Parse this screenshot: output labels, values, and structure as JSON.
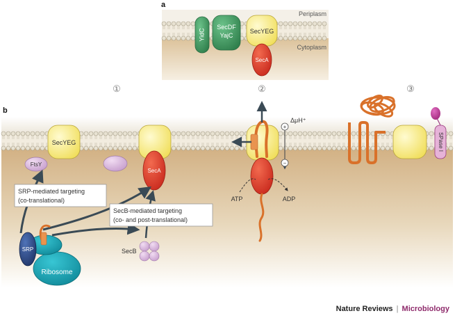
{
  "panels": {
    "a": "a",
    "b": "b"
  },
  "panel_a": {
    "periplasm": "Periplasm",
    "cytoplasm": "Cytoplasm",
    "yidc": "YidC",
    "secdf_line1": "SecDF",
    "secdf_line2": "YajC",
    "secyeg": "SecYEG",
    "seca": "SecA"
  },
  "steps": {
    "one": "①",
    "two": "②",
    "three": "③"
  },
  "panel_b": {
    "secyeg": "SecYEG",
    "ftsy": "FtsY",
    "seca": "SecA",
    "srp": "SRP",
    "ribosome": "Ribosome",
    "secb": "SecB",
    "srp_box_line1": "SRP-mediated targeting",
    "srp_box_line2": "(co-translational)",
    "secb_box_line1": "SecB-mediated targeting",
    "secb_box_line2": "(co- and post-translational)",
    "delta_mu": "ΔμH⁺",
    "plus": "+",
    "minus": "−",
    "atp": "ATP",
    "adp": "ADP",
    "spase": "SPase I"
  },
  "footer": {
    "brand": "Nature Reviews",
    "sep": "|",
    "journal": "Microbiology"
  },
  "colors": {
    "membrane_head": "#d9d2bd",
    "cytoplasm": "#d7bb8e",
    "periplasm": "#f3efe6",
    "secyeg": "#f6e97a",
    "seca": "#d93a2b",
    "green": "#3f9a5f",
    "purple": "#d9b9dc",
    "srp": "#2d4a86",
    "ribosome": "#1aa4b4",
    "peptide": "#d9712a"
  }
}
